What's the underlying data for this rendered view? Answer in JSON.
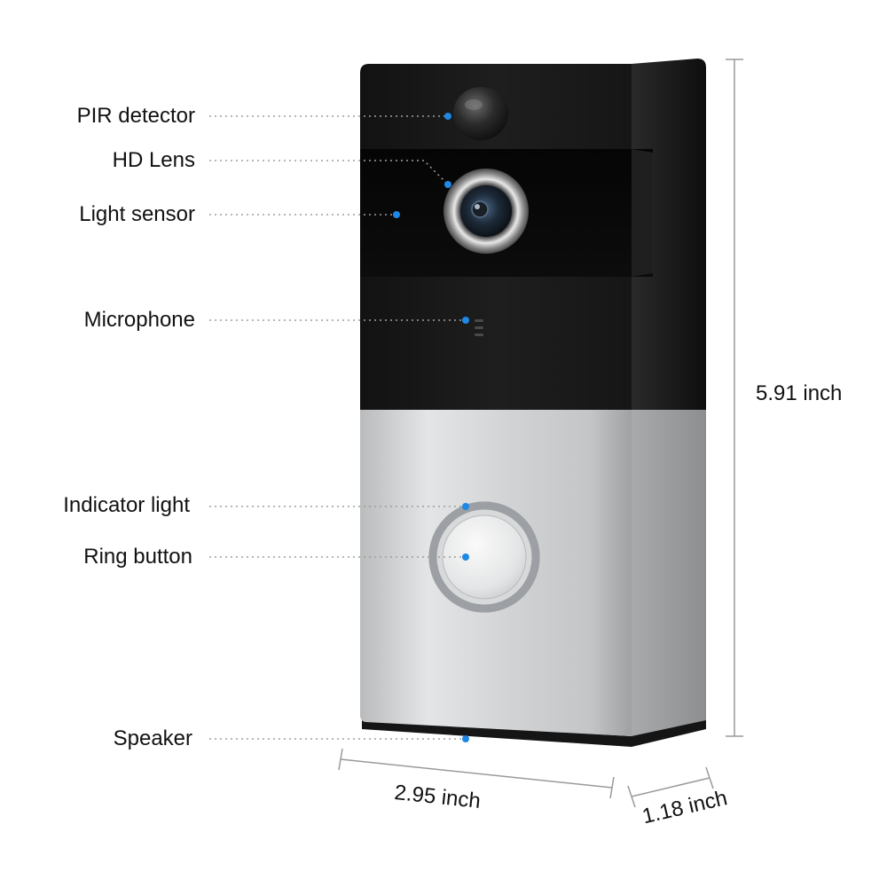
{
  "callouts": [
    {
      "label": "PIR detector"
    },
    {
      "label": "HD Lens"
    },
    {
      "label": "Light sensor"
    },
    {
      "label": "Microphone"
    },
    {
      "label": "Indicator light"
    },
    {
      "label": "Ring button"
    },
    {
      "label": "Speaker"
    }
  ],
  "dimensions": {
    "height": "5.91 inch",
    "width": "2.95 inch",
    "depth": "1.18 inch"
  },
  "colors": {
    "callout_dot": "#1e88e5",
    "dotted_line": "#9e9e9e",
    "device_top": "#1a1a1a",
    "device_bottom": "#c4c6c8"
  }
}
